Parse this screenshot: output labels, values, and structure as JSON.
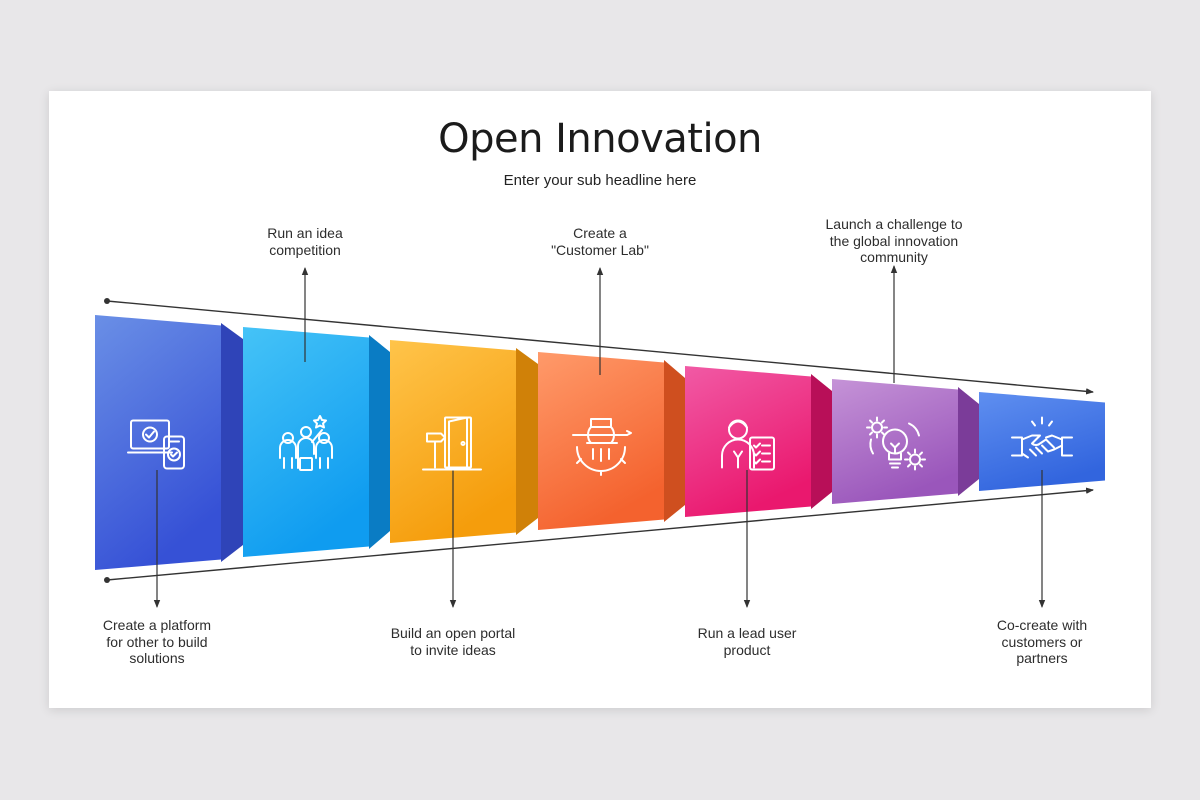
{
  "slide": {
    "title": "Open Innovation",
    "subtitle": "Enter your sub headline here"
  },
  "steps": [
    {
      "caption": "Create a platform\nfor other to build\nsolutions",
      "icon": "laptop-checklist-icon",
      "color_top": "#6a8fe6",
      "color_bottom": "#3651d6",
      "side": "#2f44b8"
    },
    {
      "caption": "Run an idea\ncompetition",
      "icon": "team-star-icon",
      "color_top": "#45c3f7",
      "color_bottom": "#0f9cf0",
      "side": "#0a7cc4"
    },
    {
      "caption": "Build an open portal\nto invite ideas",
      "icon": "open-door-icon",
      "color_top": "#ffc44a",
      "color_bottom": "#f59d0c",
      "side": "#d08108"
    },
    {
      "caption": "Create a\n\"Customer Lab\"",
      "icon": "hand-pencil-gear-icon",
      "color_top": "#ff9a6a",
      "color_bottom": "#f4622e",
      "side": "#cf4f1f"
    },
    {
      "caption": "Run a lead user\nproduct",
      "icon": "user-checklist-icon",
      "color_top": "#f15aa5",
      "color_bottom": "#ea186e",
      "side": "#b80f58"
    },
    {
      "caption": "Launch a challenge to\nthe global innovation\ncommunity",
      "icon": "lightbulb-gears-icon",
      "color_top": "#c593d7",
      "color_bottom": "#9a56bb",
      "side": "#7b3c99"
    },
    {
      "caption": "Co-create with\ncustomers or\npartners",
      "icon": "handshake-icon",
      "color_top": "#5f8ff0",
      "color_bottom": "#3265de",
      "side": "#2b50b8"
    }
  ]
}
